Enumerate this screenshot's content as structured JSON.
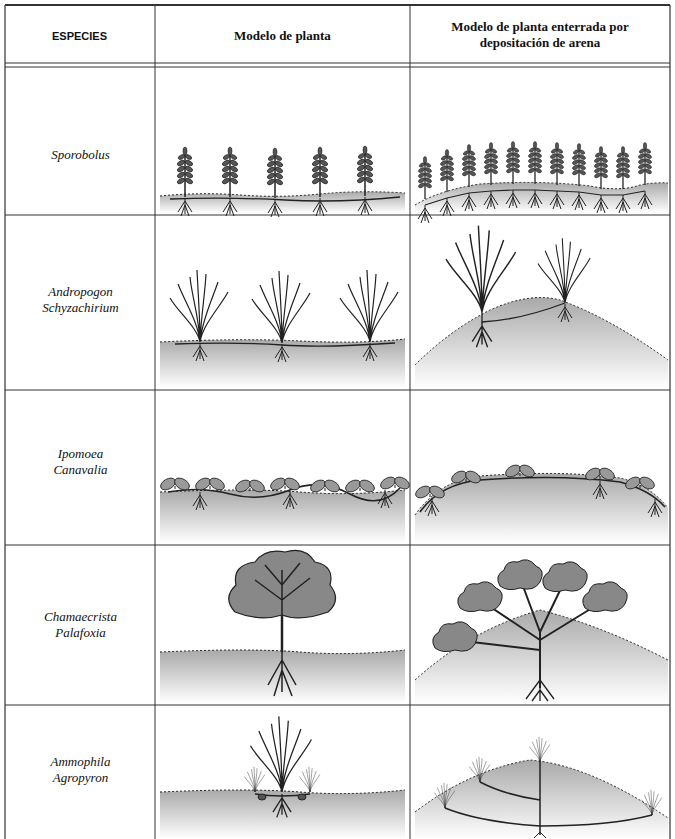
{
  "diagram": {
    "labels": [
      "ESPECIES",
      "Modelo de planta",
      "Modelo de planta enterrada por depositación de arena",
      "Sporobolus",
      "Andropogon Schyzachirium",
      "Ipomoea Canavalia",
      "Chamaecrista Palafoxia",
      "Ammophila Agropyron"
    ]
  }
}
